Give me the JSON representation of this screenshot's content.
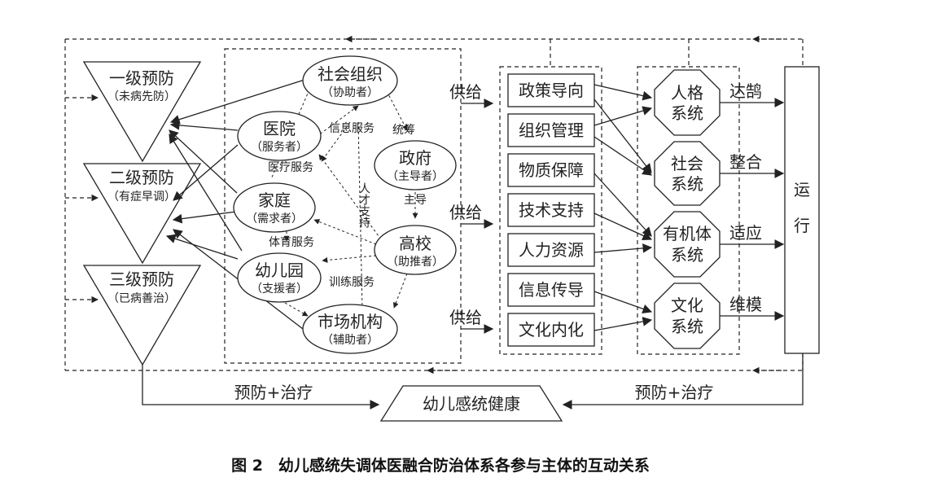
{
  "figure": {
    "caption": "图 2　幼儿感统失调体医融合防治体系各参与主体的互动关系"
  },
  "prevention_levels": [
    {
      "title": "一级预防",
      "sub": "（未病先防）"
    },
    {
      "title": "二级预防",
      "sub": "（有症早调）"
    },
    {
      "title": "三级预防",
      "sub": "（已病善治）"
    }
  ],
  "actors": {
    "social_org": {
      "name": "社会组织",
      "role": "（协助者）"
    },
    "hospital": {
      "name": "医院",
      "role": "（服务者）"
    },
    "government": {
      "name": "政府",
      "role": "（主导者）"
    },
    "family": {
      "name": "家庭",
      "role": "（需求者）"
    },
    "university": {
      "name": "高校",
      "role": "（助推者）"
    },
    "kindergarten": {
      "name": "幼儿园",
      "role": "（支援者）"
    },
    "market": {
      "name": "市场机构",
      "role": "（辅助者）"
    }
  },
  "relations": {
    "info_service": "信息服务",
    "coordinate": "统筹",
    "medical_service": "医疗服务",
    "lead": "主导",
    "talent_support": "人才支持",
    "pe_service": "体育服务",
    "training_service": "训练服务"
  },
  "supply_label": "供给",
  "resources": [
    "政策导向",
    "组织管理",
    "物质保障",
    "技术支持",
    "人力资源",
    "信息传导",
    "文化内化"
  ],
  "systems": [
    {
      "line1": "人格",
      "line2": "系统"
    },
    {
      "line1": "社会",
      "line2": "系统"
    },
    {
      "line1": "有机体",
      "line2": "系统"
    },
    {
      "line1": "文化",
      "line2": "系统"
    }
  ],
  "functions": [
    "达鹄",
    "整合",
    "适应",
    "维模"
  ],
  "operation": {
    "char1": "运",
    "char2": "行"
  },
  "outcome": "幼儿感统健康",
  "loop_label_left": "预防+治疗",
  "loop_label_right": "预防+治疗"
}
